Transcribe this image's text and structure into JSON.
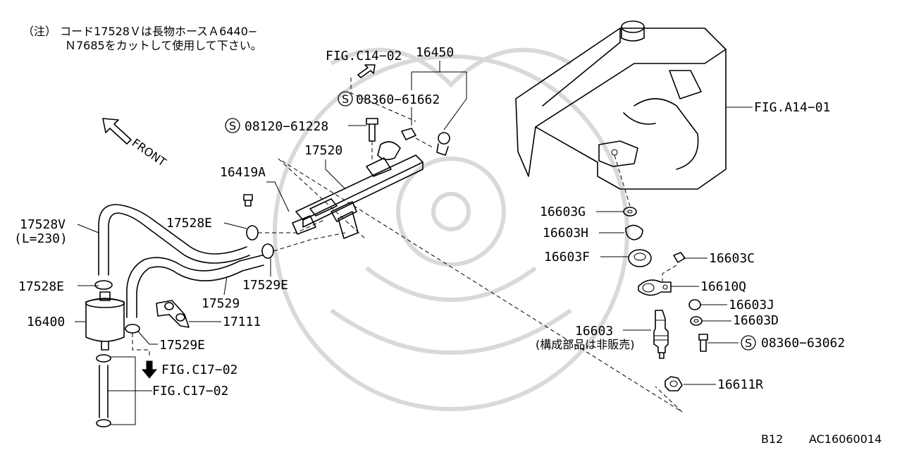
{
  "note": {
    "line1": "（注） コード17528Ｖは長物ホースＡ6440−",
    "line2": "Ｎ7685をカットして使用して下さい。"
  },
  "footer": {
    "page_code": "B12",
    "diagram_id": "AC16060014"
  },
  "direction": {
    "front_label": "FRONT"
  },
  "symbols": {
    "s": "S"
  },
  "labels": {
    "fig_c14_02": "FIG.C14−02",
    "p16450": "16450",
    "p08360_61662": "08360−61662",
    "p08120_61228": "08120−61228",
    "fig_a14_01": "FIG.A14−01",
    "p17520": "17520",
    "p16419a": "16419A",
    "p17528v": "17528V",
    "p17528v_len": "(L=230)",
    "p17528e_top": "17528E",
    "p16603g": "16603G",
    "p16603h": "16603H",
    "p16603f": "16603F",
    "p16603c": "16603C",
    "p17529e_right": "17529E",
    "p17528e_left": "17528E",
    "p16610q": "16610Q",
    "p17529": "17529",
    "p16603j": "16603J",
    "p16400": "16400",
    "p17111": "17111",
    "p16603d": "16603D",
    "p16603": "16603",
    "p16603_note": "(構成部品は非販売)",
    "p08360_63062": "08360−63062",
    "p17529e_bottom": "17529E",
    "fig_c17_02_a": "FIG.C17−02",
    "fig_c17_02_b": "FIG.C17−02",
    "p16611r": "16611R"
  }
}
